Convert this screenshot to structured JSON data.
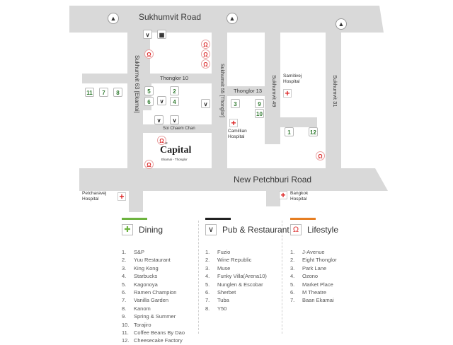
{
  "roads": {
    "sukhumvit": "Sukhumvit Road",
    "new_petchburi": "New Petchburi Road",
    "soi63": "Sukhumvit 63 [Ekamai]",
    "soi55": "Sukhumvit 55 [Thonglor]",
    "soi49": "Sukhumvit 49",
    "soi31": "Sukhumvit 31",
    "thonglor10": "Thonglor 10",
    "thonglor13": "Thonglor 13",
    "sai_chaem": "Soi Chaem Chan"
  },
  "places": {
    "capital_the": "The",
    "capital_name": "Capital",
    "capital_sub": "Ekamai - Thonglor",
    "samitivej": "Samitivej Hospital",
    "camillian": "Camillian Hospital",
    "petcharavej": "Petcharavej Hospital",
    "bangkok": "Bangkok Hospital"
  },
  "colors": {
    "dining": "#6db33f",
    "pub": "#222222",
    "lifestyle": "#e67e22",
    "road": "#d9d9d9",
    "hospital": "#d22222"
  },
  "legend": {
    "dining": {
      "title": "Dining",
      "icon": "fork-knife-icon",
      "items": [
        "S&P",
        "Yuu Restaurant",
        "King Kong",
        "Starbucks",
        "Kagonoya",
        "Ramen Champion",
        "Vanilla Garden",
        "Kanom",
        "Spring & Summer",
        "Torajiro",
        "Coffee Beans By Dao",
        "Cheesecake Factory"
      ]
    },
    "pub": {
      "title": "Pub & Restaurant",
      "icon": "cocktail-glass-icon",
      "items": [
        "Fuzio",
        "Wine Republic",
        "Muse",
        "Funky Villa(Arena10)",
        "Nunglen & Escobar",
        "Sherbet",
        "Tuba",
        "Y50"
      ]
    },
    "lifestyle": {
      "title": "Lifestyle",
      "icon": "headphones-icon",
      "items": [
        "J-Avenue",
        "Eight Thonglor",
        "Park Lane",
        "Ozono",
        "Market Place",
        "M Theatre",
        "Baan Ekamai"
      ]
    }
  }
}
